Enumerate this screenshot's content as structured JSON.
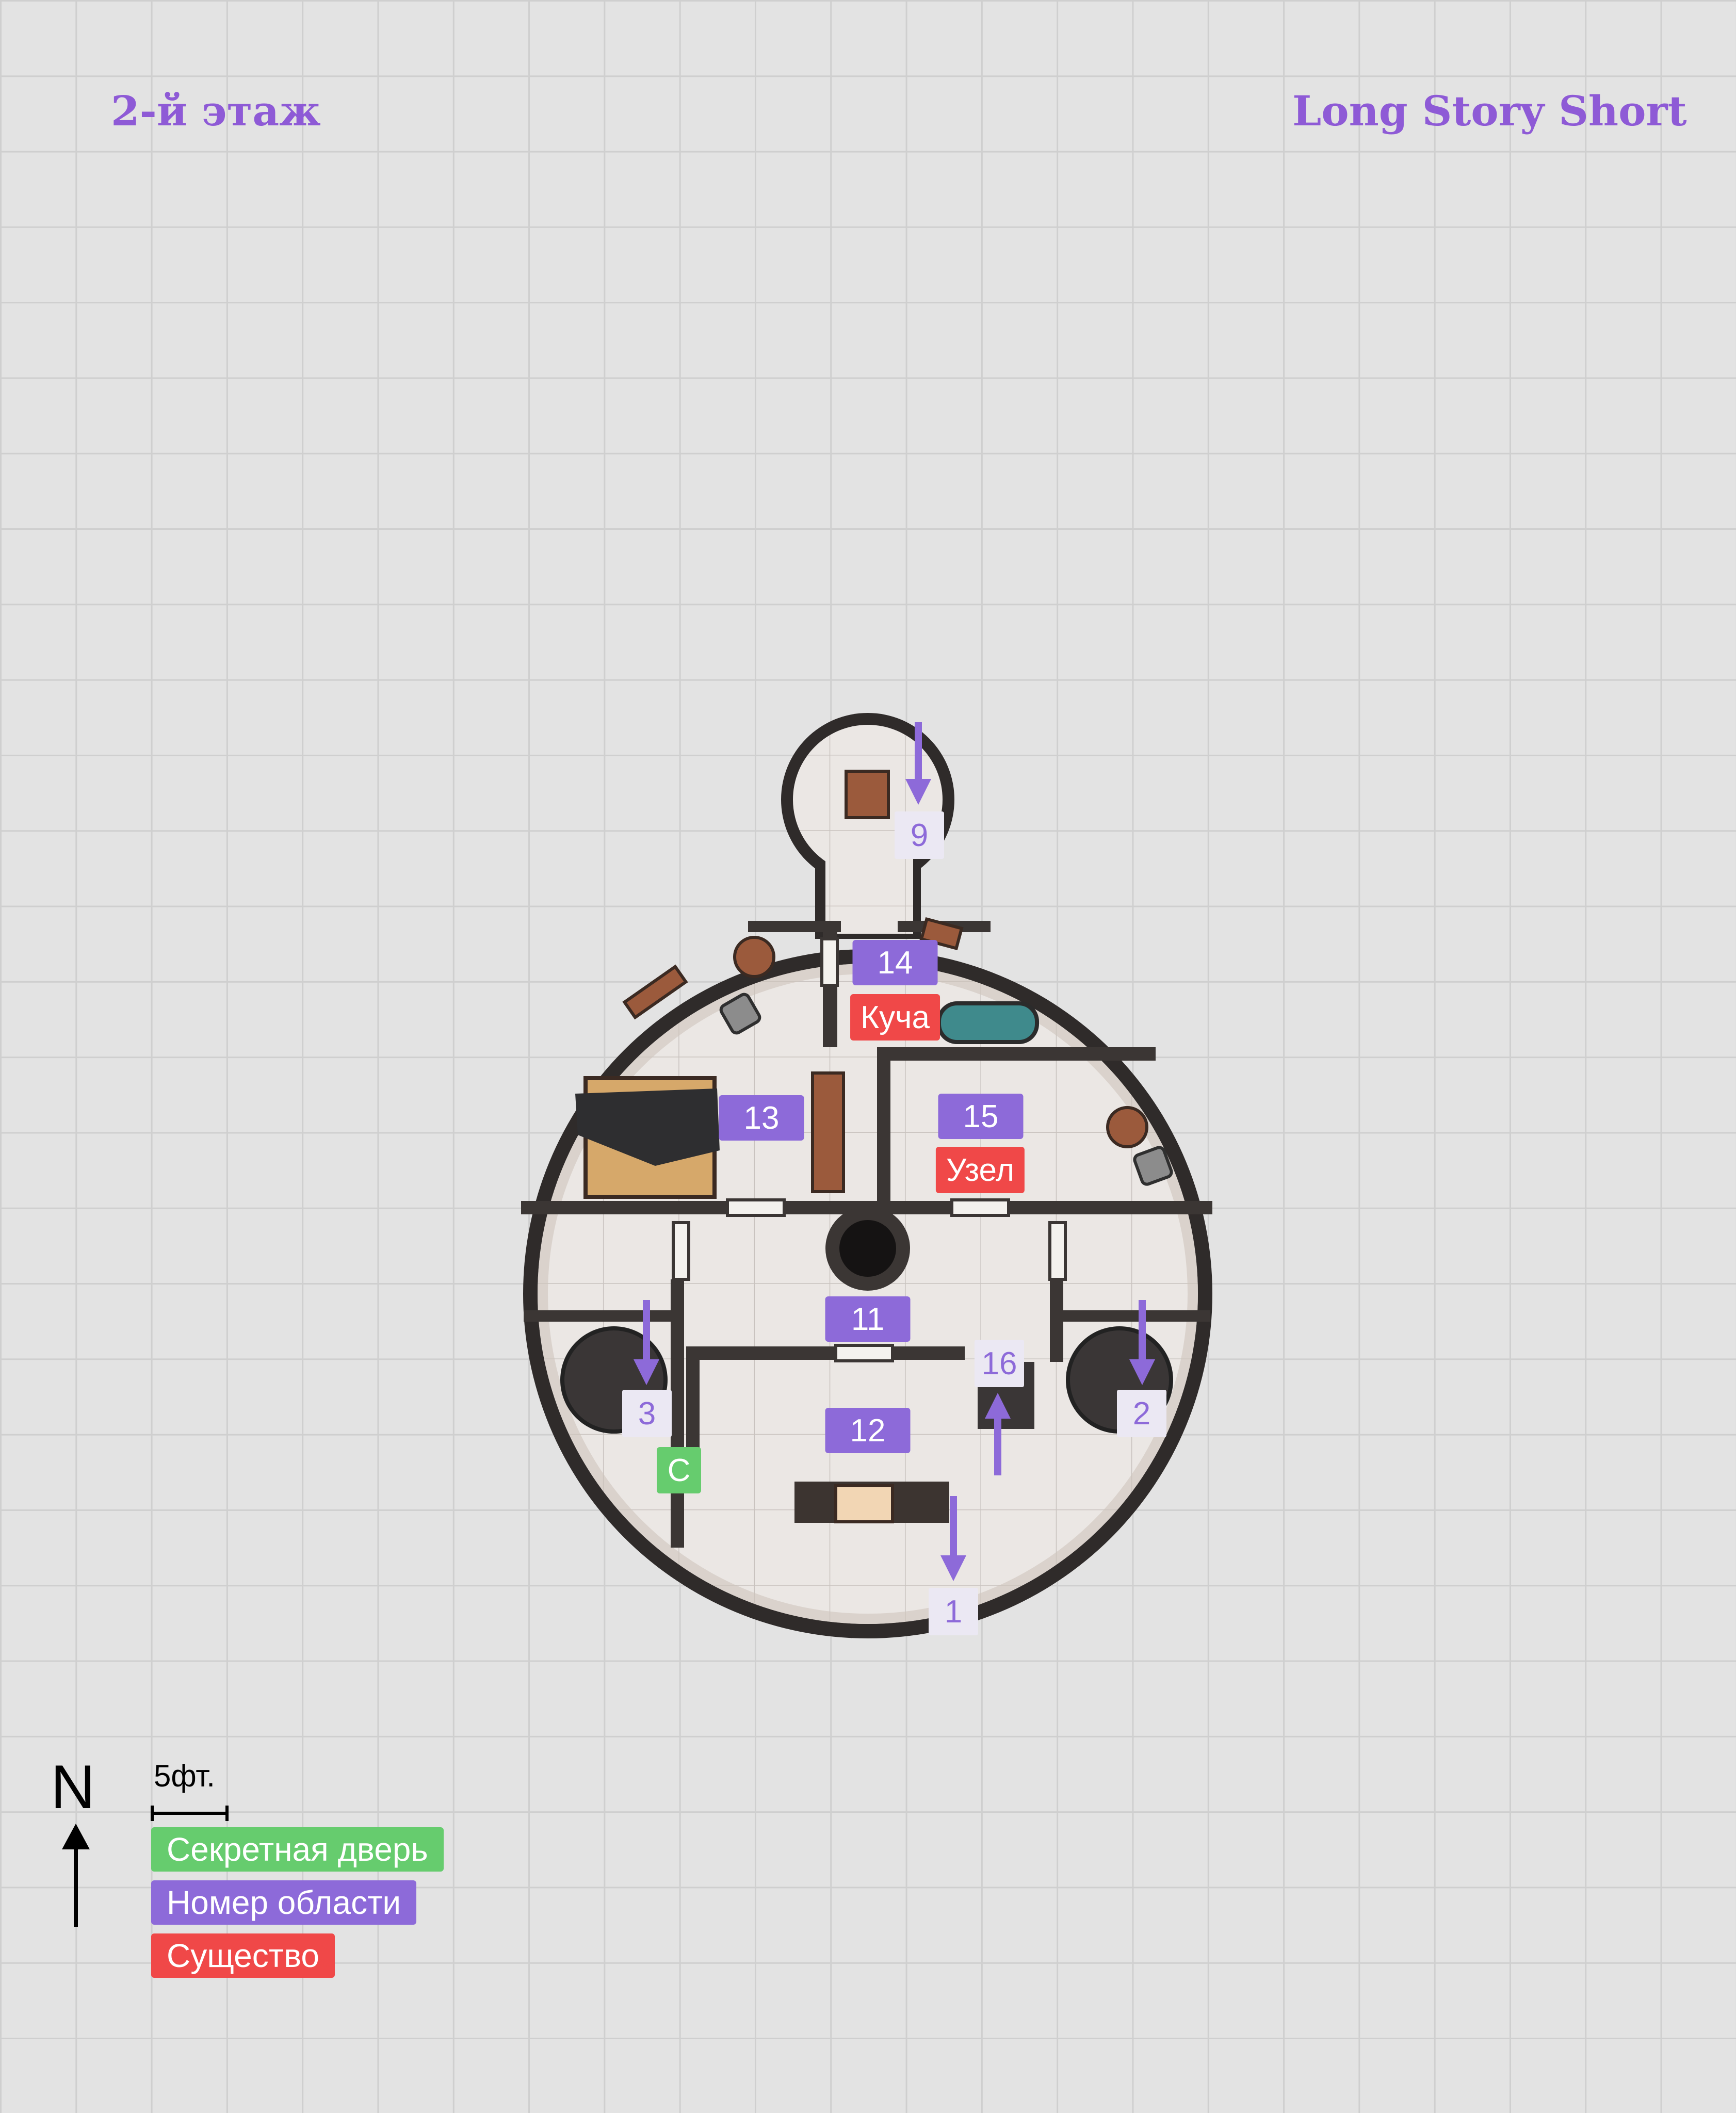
{
  "header": {
    "floor": "2-й этаж",
    "brand": "Long Story Short"
  },
  "areas": {
    "a9": "9",
    "a14": "14",
    "a13": "13",
    "a15": "15",
    "a11": "11",
    "a12": "12",
    "a16": "16",
    "a3": "3",
    "a2": "2",
    "a1": "1"
  },
  "creatures": {
    "heap": "Куча",
    "knot": "Узел"
  },
  "secret_marker": "С",
  "legend": {
    "north": "N",
    "scale": "5фт.",
    "secret_door": "Секретная дверь",
    "area_number": "Номер области",
    "creature": "Существо"
  },
  "colors": {
    "area": "#8d6ad9",
    "creature": "#f04848",
    "secret": "#66cc6e",
    "title": "#8e5ad6",
    "background": "#e3e3e3"
  }
}
